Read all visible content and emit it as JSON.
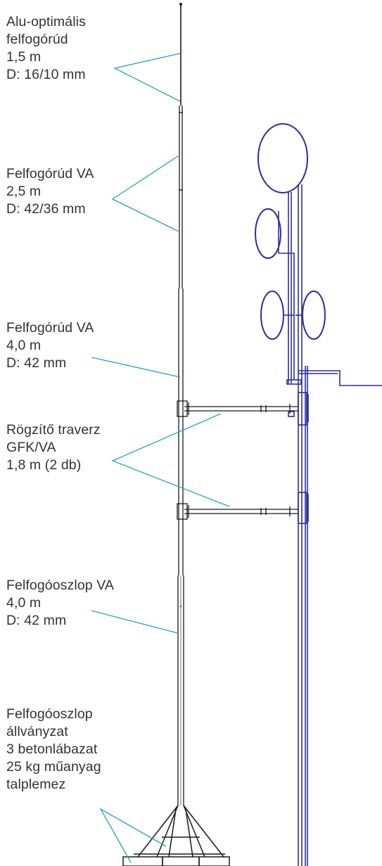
{
  "labels": [
    {
      "id": "alu-rod",
      "lines": [
        "Alu-optimális",
        "felfogórúd",
        "1,5 m",
        "D: 16/10 mm"
      ]
    },
    {
      "id": "rod-va-25",
      "lines": [
        "Felfogórúd VA",
        "2,5 m",
        "D: 42/36 mm"
      ]
    },
    {
      "id": "rod-va-40",
      "lines": [
        "Felfogórúd VA",
        "4,0 m",
        "D: 42 mm"
      ]
    },
    {
      "id": "traverse",
      "lines": [
        "Rögzítő traverz",
        "GFK/VA",
        "1,8 m (2 db)"
      ]
    },
    {
      "id": "column-va",
      "lines": [
        "Felfogóoszlop VA",
        "4,0 m",
        "D: 42 mm"
      ]
    },
    {
      "id": "stand",
      "lines": [
        "Felfogóoszlop",
        "állványzat",
        "3 betonlábazat",
        "25 kg műanyag",
        "talplemez"
      ]
    }
  ],
  "colors": {
    "text": "#333333",
    "leader": "#2aa3b7",
    "mast": "#1a1a1a",
    "structure": "#2b2f9a"
  }
}
